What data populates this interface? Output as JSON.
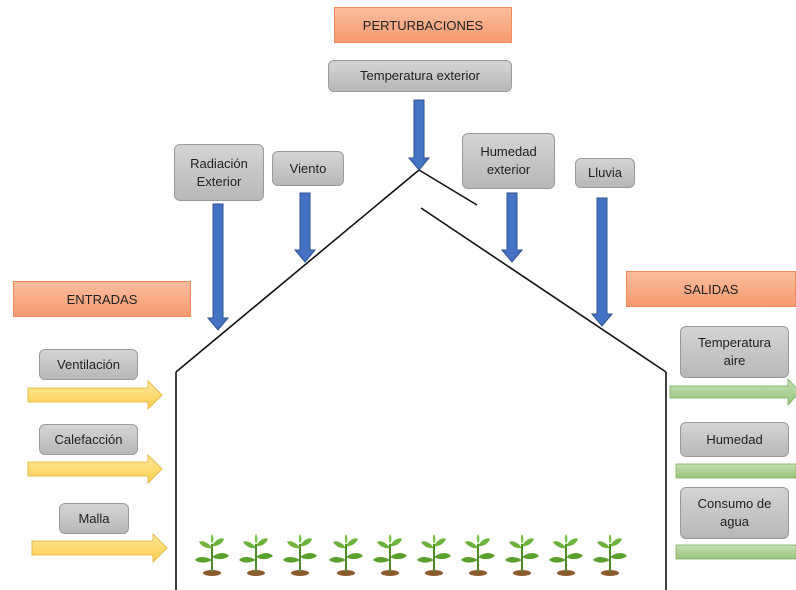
{
  "headers": {
    "perturbaciones": "PERTURBACIONES",
    "entradas": "ENTRADAS",
    "salidas": "SALIDAS"
  },
  "disturbances": {
    "temp_exterior": "Temperatura exterior",
    "radiacion": "Radiación\nExterior",
    "viento": "Viento",
    "humedad_exterior": "Humedad\nexterior",
    "lluvia": "Lluvia"
  },
  "inputs": {
    "ventilacion": "Ventilación",
    "calefaccion": "Calefacción",
    "malla": "Malla"
  },
  "outputs": {
    "temperatura_aire": "Temperatura\naire",
    "humedad": "Humedad",
    "consumo_agua": "Consumo de\nagua"
  },
  "colors": {
    "disturbance_arrow": "#4472c4",
    "input_arrow": "#ffd966",
    "output_arrow": "#a9d18e",
    "header_fill": "#f4b183",
    "label_fill": "#c9c9c9"
  },
  "plants": {
    "count": 10,
    "icon": "seedling-icon"
  }
}
